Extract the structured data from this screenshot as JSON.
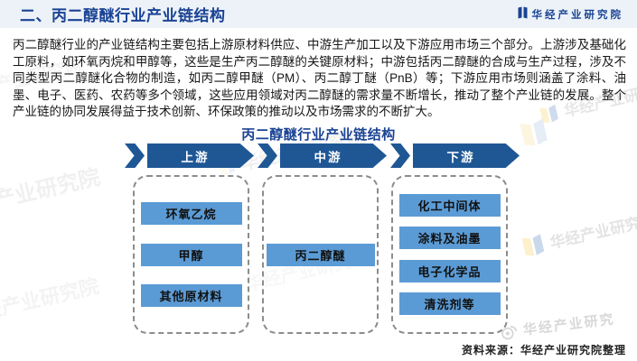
{
  "header": {
    "section_title": "二、丙二醇醚行业产业链结构",
    "brand": "华经产业研究院"
  },
  "intro": "丙二醇醚行业的产业链结构主要包括上游原材料供应、中游生产加工以及下游应用市场三个部分。上游涉及基础化工原料，如环氧丙烷和甲醇等，这些是生产丙二醇醚的关键原材料；中游包括丙二醇醚的合成与生产过程，涉及不同类型丙二醇醚化合物的制造，如丙二醇甲醚（PM）、丙二醇丁醚（PnB）等；下游应用市场则涵盖了涂料、油墨、电子、医药、农药等多个领域，这些应用领域对丙二醇醚的需求量不断增长，推动了整个产业链的发展。整个产业链的协同发展得益于技术创新、环保政策的推动以及市场需求的不断扩大。",
  "diagram": {
    "title": "丙二醇醚行业产业链结构",
    "stages": [
      {
        "label": "上游",
        "items": [
          "环氧乙烷",
          "甲醇",
          "其他原材料"
        ]
      },
      {
        "label": "中游",
        "items": [
          "丙二醇醚"
        ]
      },
      {
        "label": "下游",
        "items": [
          "化工中间体",
          "涂料及油墨",
          "电子化学品",
          "清洗剂等"
        ]
      }
    ]
  },
  "source": "资料来源：华经产业研究院整理",
  "watermark": {
    "full": "华经产业研究院",
    "short": "华经产业研究"
  },
  "colors": {
    "accent": "#1a4394",
    "arrow": "#1f5795",
    "node": "#5b9bd5",
    "header_bg": "#edf2f8"
  }
}
